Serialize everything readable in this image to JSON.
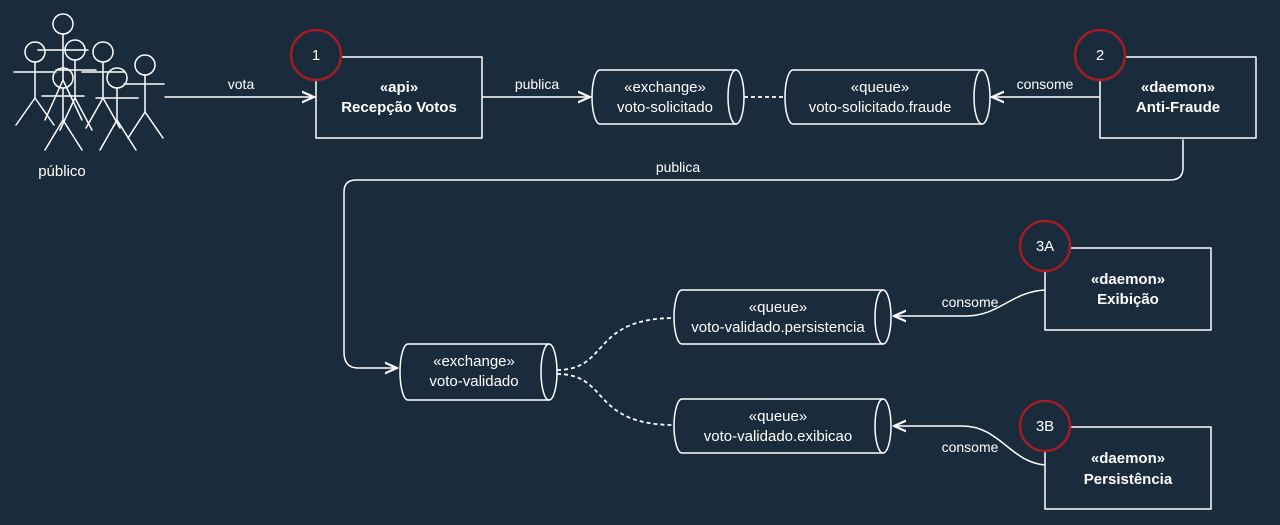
{
  "actors": {
    "label": "público"
  },
  "components": {
    "api": {
      "stereotype": "«api»",
      "name": "Recepção Votos",
      "step": "1"
    },
    "antifraude": {
      "stereotype": "«daemon»",
      "name": "Anti-Fraude",
      "step": "2"
    },
    "exibicao": {
      "stereotype": "«daemon»",
      "name": "Exibição",
      "step": "3A"
    },
    "persistencia": {
      "stereotype": "«daemon»",
      "name": "Persistência",
      "step": "3B"
    }
  },
  "channels": {
    "exchange_solicitado": {
      "stereotype": "«exchange»",
      "name": "voto-solicitado"
    },
    "queue_fraude": {
      "stereotype": "«queue»",
      "name": "voto-solicitado.fraude"
    },
    "exchange_validado": {
      "stereotype": "«exchange»",
      "name": "voto-validado"
    },
    "queue_persistencia": {
      "stereotype": "«queue»",
      "name": "voto-validado.persistencia"
    },
    "queue_exibicao": {
      "stereotype": "«queue»",
      "name": "voto-validado.exibicao"
    }
  },
  "edges": {
    "vota": "vota",
    "publica_1": "publica",
    "consome_1": "consome",
    "publica_2": "publica",
    "consome_3a": "consome",
    "consome_3b": "consome"
  },
  "colors": {
    "background": "#1a2b3c",
    "line": "#ffffff",
    "badge": "#a31d24"
  }
}
